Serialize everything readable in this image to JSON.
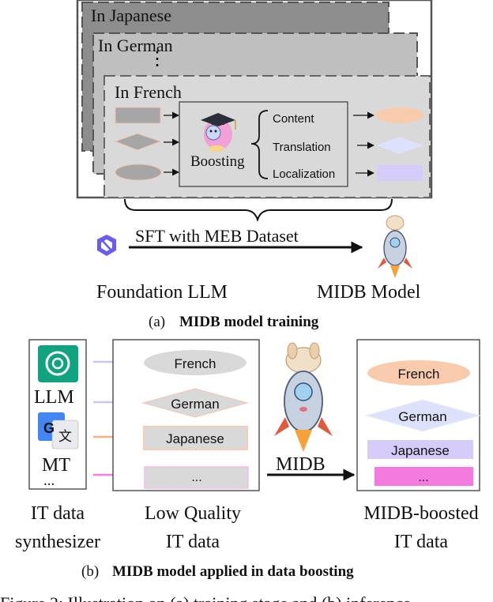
{
  "part_a": {
    "languages": [
      "In Japanese",
      "In German",
      "In French"
    ],
    "vertical_dots": "⋮",
    "boosting_label": "Boosting",
    "outputs": [
      "Content",
      "Translation",
      "Localization"
    ],
    "arrow_label": "SFT with MEB Dataset",
    "foundation_label": "Foundation LLM",
    "midb_label": "MIDB Model",
    "caption_prefix": "(a)",
    "caption_bold": "MIDB model training"
  },
  "part_b": {
    "synth_llm": "LLM",
    "synth_mt": "MT",
    "synth_more": "...",
    "low_items": [
      "French",
      "German",
      "Japanese",
      "..."
    ],
    "midb_arrow_label": "MIDB",
    "boosted_items": [
      "French",
      "German",
      "Japanese",
      "..."
    ],
    "col1_label": [
      "IT data",
      "synthesizer"
    ],
    "col2_label": [
      "Low Quality",
      "IT data"
    ],
    "col3_label": [
      "MIDB-boosted",
      "IT data"
    ],
    "caption_prefix": "(b)",
    "caption_bold": "MIDB model applied in data boosting"
  },
  "figure_caption": "Figure 2: Illustration on (a) training stage and (b) inference",
  "colors": {
    "panel_grey": "#d9d9d9",
    "shape_grey": "#a6a6a6",
    "peach": "#f8cbad",
    "lavender_diamond": "#dde1fb",
    "lavender_rect": "#d6ccfa",
    "pink_bar": "#f47ae0",
    "openai_green": "#10a37f",
    "google_blue": "#4285f4"
  }
}
